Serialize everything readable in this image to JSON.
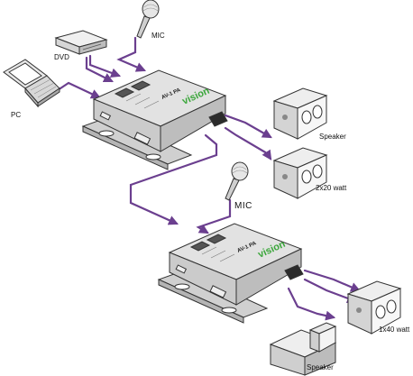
{
  "labels": {
    "mic_top": "MIC",
    "dvd": "DVD",
    "pc": "PC",
    "speaker_top": "Speaker",
    "watt_top": "2x20 watt",
    "mic_mid": "MIC",
    "watt_bottom": "1x40 watt",
    "speaker_bottom": "Speaker"
  },
  "brand": "vision",
  "model": "AV-1 PA",
  "colors": {
    "cable": "#6b3f8f",
    "brand_green": "#3aa63a",
    "device_body": "#d9d9d9",
    "outline": "#333333"
  }
}
